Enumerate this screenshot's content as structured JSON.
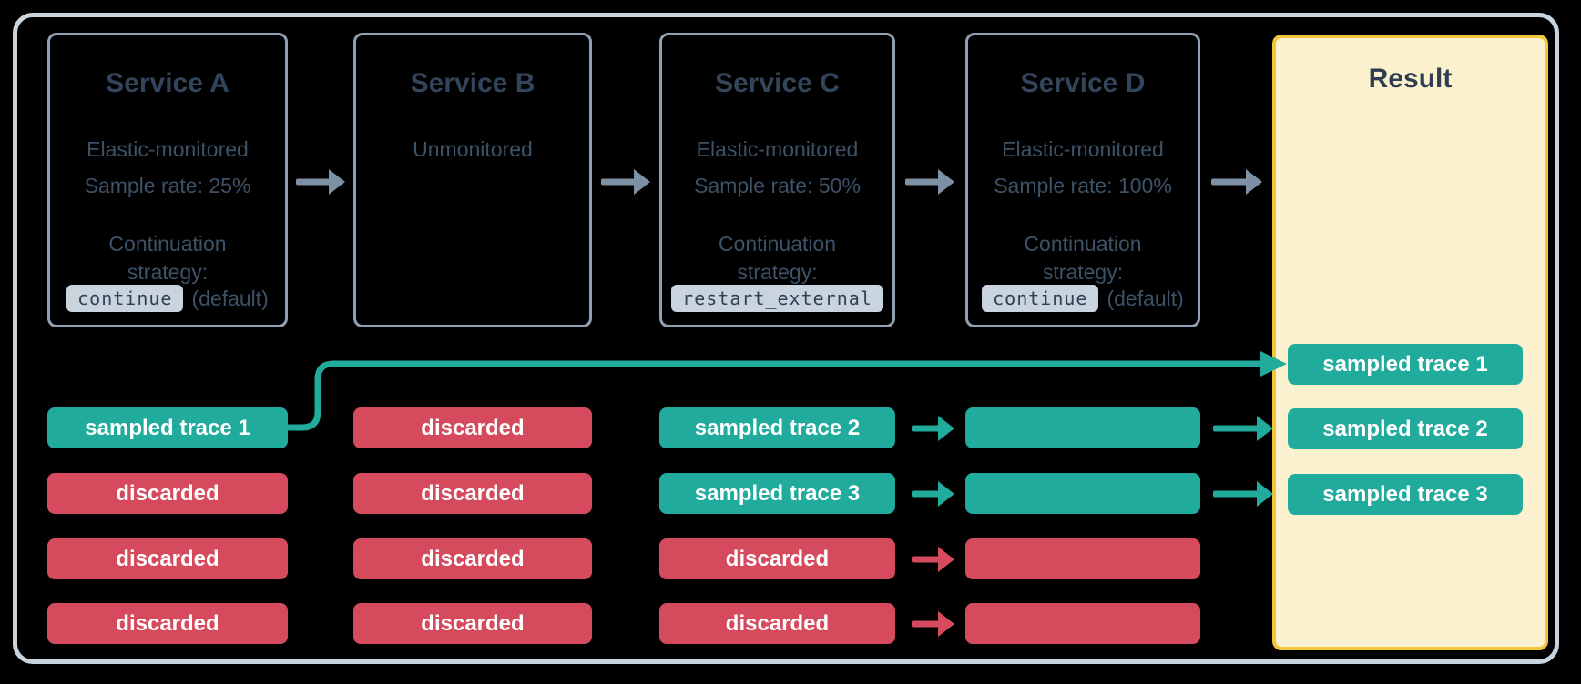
{
  "colors": {
    "background": "#000000",
    "frame_border": "#C9D5DE",
    "service_box_border": "#8FA0B2",
    "title_text": "#32455A",
    "body_text": "#3D5266",
    "code_chip_bg": "#C9D4DF",
    "code_chip_text": "#2F4254",
    "sampled_teal": "#20AB9C",
    "discarded_red": "#D54B5D",
    "trace_chip_text": "#FFFFFF",
    "result_bg": "#FBF1CF",
    "result_border": "#F2C63C",
    "flow_arrow_gray": "#7E90A4"
  },
  "services": [
    {
      "title": "Service A",
      "monitoring": "Elastic-monitored",
      "sample_rate": "Sample rate: 25%",
      "continuation_label_line1": "Continuation",
      "continuation_label_line2": "strategy:",
      "strategy_code": "continue",
      "strategy_note": "(default)"
    },
    {
      "title": "Service B",
      "monitoring": "Unmonitored"
    },
    {
      "title": "Service C",
      "monitoring": "Elastic-monitored",
      "sample_rate": "Sample rate: 50%",
      "continuation_label_line1": "Continuation",
      "continuation_label_line2": "strategy:",
      "strategy_code": "restart_external",
      "strategy_note": ""
    },
    {
      "title": "Service D",
      "monitoring": "Elastic-monitored",
      "sample_rate": "Sample rate: 100%",
      "continuation_label_line1": "Continuation",
      "continuation_label_line2": "strategy:",
      "strategy_code": "continue",
      "strategy_note": "(default)"
    }
  ],
  "traces": {
    "service_a": [
      {
        "label": "sampled trace 1",
        "status": "sampled"
      },
      {
        "label": "discarded",
        "status": "discarded"
      },
      {
        "label": "discarded",
        "status": "discarded"
      },
      {
        "label": "discarded",
        "status": "discarded"
      }
    ],
    "service_b": [
      {
        "label": "discarded",
        "status": "discarded"
      },
      {
        "label": "discarded",
        "status": "discarded"
      },
      {
        "label": "discarded",
        "status": "discarded"
      },
      {
        "label": "discarded",
        "status": "discarded"
      }
    ],
    "service_c": [
      {
        "label": "sampled trace 2",
        "status": "sampled"
      },
      {
        "label": "sampled trace 3",
        "status": "sampled"
      },
      {
        "label": "discarded",
        "status": "discarded"
      },
      {
        "label": "discarded",
        "status": "discarded"
      }
    ],
    "service_d": [
      {
        "label": "",
        "status": "sampled"
      },
      {
        "label": "",
        "status": "sampled"
      },
      {
        "label": "",
        "status": "discarded"
      },
      {
        "label": "",
        "status": "discarded"
      }
    ]
  },
  "result": {
    "title": "Result",
    "traces": [
      {
        "label": "sampled trace 1",
        "status": "sampled"
      },
      {
        "label": "sampled trace 2",
        "status": "sampled"
      },
      {
        "label": "sampled trace 3",
        "status": "sampled"
      }
    ]
  }
}
